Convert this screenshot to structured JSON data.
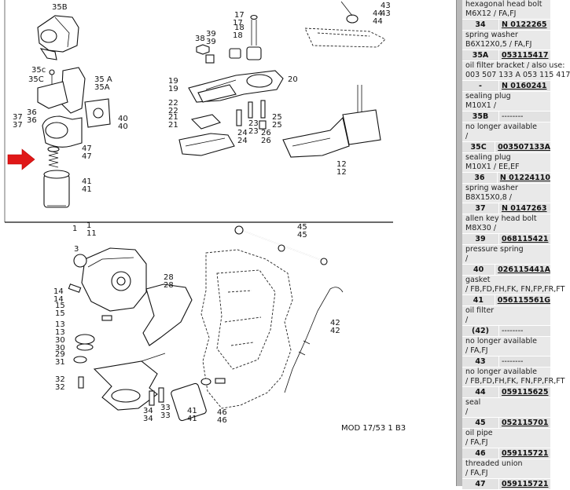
{
  "diagram": {
    "code": "MOD 17/53  1  B3",
    "callouts": [
      "35B",
      "35C",
      "35A",
      "36",
      "37",
      "40",
      "47",
      "41",
      "17",
      "18",
      "39",
      "38",
      "44",
      "43",
      "19",
      "22",
      "21",
      "24",
      "23",
      "25",
      "26",
      "12",
      "20",
      "1",
      "11",
      "3",
      "14",
      "15",
      "28",
      "45",
      "13",
      "30",
      "29",
      "31",
      "32",
      "34",
      "33",
      "41",
      "46",
      "42"
    ]
  },
  "parts_list": [
    {
      "d1": "hexagonal head bolt",
      "d2": "M6X12 / FA,FJ",
      "num": "34",
      "part": "N 0122265"
    },
    {
      "d1": "spring washer",
      "d2": "B6X12X0,5 / FA,FJ",
      "num": "35A",
      "part": "053115417"
    },
    {
      "d1": "oil filter bracket / also use:",
      "d2": "003 507 133 A 053 115 417",
      "num": "-",
      "part": "N 0160241"
    },
    {
      "d1": "sealing plug",
      "d2": "M10X1 /",
      "num": "35B",
      "part": "--------"
    },
    {
      "d1": "no longer available",
      "d2": "/",
      "num": "35C",
      "part": "003507133A"
    },
    {
      "d1": "sealing plug",
      "d2": "M10X1 / EE,EF",
      "num": "36",
      "part": "N 01224110"
    },
    {
      "d1": "spring washer",
      "d2": "B8X15X0,8 /",
      "num": "37",
      "part": "N 0147263"
    },
    {
      "d1": "allen key head bolt",
      "d2": "M8X30 /",
      "num": "39",
      "part": "068115421"
    },
    {
      "d1": "pressure spring",
      "d2": "/",
      "num": "40",
      "part": "026115441A"
    },
    {
      "d1": "gasket",
      "d2": "/ FB,FD,FH,FK, FN,FP,FR,FT",
      "num": "41",
      "part": "056115561G"
    },
    {
      "d1": "oil filter",
      "d2": "/",
      "num": "(42)",
      "part": "--------"
    },
    {
      "d1": "no longer available",
      "d2": "/ FA,FJ",
      "num": "43",
      "part": "--------"
    },
    {
      "d1": "no longer available",
      "d2": "/ FB,FD,FH,FK, FN,FP,FR,FT",
      "num": "44",
      "part": "059115625"
    },
    {
      "d1": "seal",
      "d2": "/",
      "num": "45",
      "part": "052115701"
    },
    {
      "d1": "oil pipe",
      "d2": "/ FA,FJ",
      "num": "46",
      "part": "059115721"
    },
    {
      "d1": "threaded union",
      "d2": "/ FA,FJ",
      "num": "47",
      "part": "059115721"
    }
  ]
}
